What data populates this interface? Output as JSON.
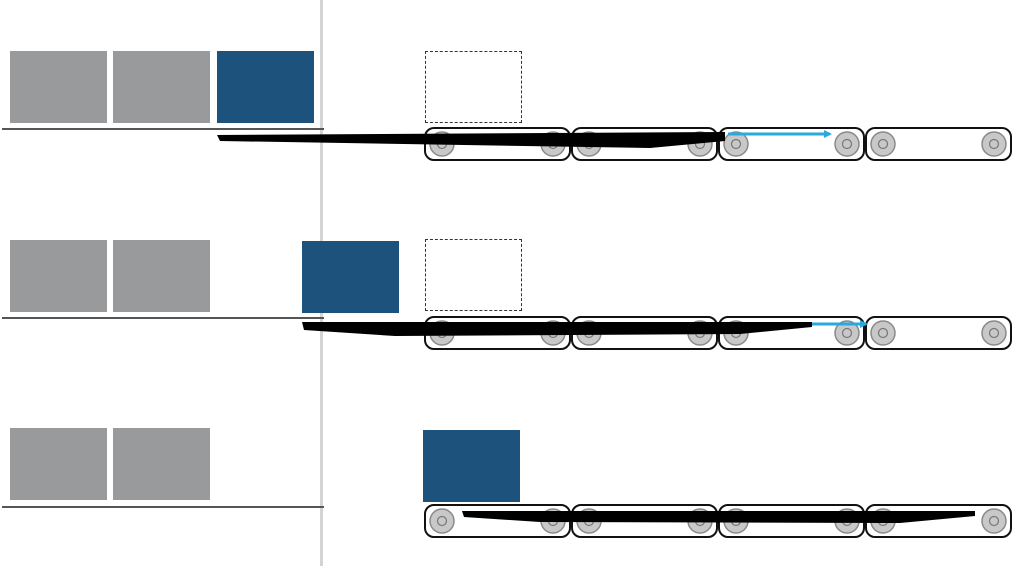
{
  "colors": {
    "queued_box": "#999a9c",
    "active_box": "#1c527c",
    "arrow": "#29a9e0",
    "shelf": "#555555",
    "divider": "#d4d4d4",
    "belt_outline": "#111111",
    "roller": "#c8c8c8"
  },
  "diagram": {
    "panels": [
      {
        "id": "panel-1",
        "queued_boxes": 2,
        "active_box": "on-shelf",
        "ghost_slot": true,
        "belt_modules": 4,
        "arrow": "into-module-3"
      },
      {
        "id": "panel-2",
        "queued_boxes": 2,
        "active_box": "pushed-out",
        "ghost_slot": true,
        "belt_modules": 4,
        "arrow": "to-module-4"
      },
      {
        "id": "panel-3",
        "queued_boxes": 2,
        "active_box": "on-belt",
        "ghost_slot": false,
        "belt_modules": 4,
        "arrow": "none"
      }
    ]
  }
}
